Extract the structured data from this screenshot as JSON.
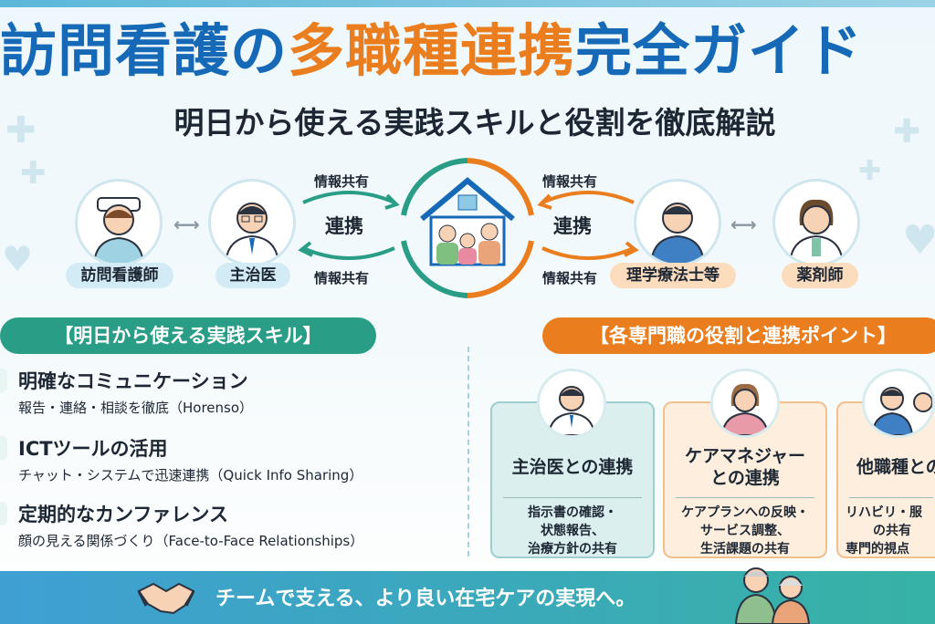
{
  "title": {
    "part1": "訪問看護の",
    "part2": "多職種連携",
    "part3": "完全ガイド"
  },
  "subtitle": "明日から使える実践スキルと役割を徹底解説",
  "diagram": {
    "roles": [
      "訪問看護師",
      "主治医",
      "理学療法士等",
      "薬剤師"
    ],
    "left_top": "情報共有",
    "left_mid": "連携",
    "left_bottom": "情報共有",
    "right_top": "情報共有",
    "right_mid": "連携",
    "right_bottom": "情報共有"
  },
  "skills_section": {
    "header": "【明日から使える実践スキル】",
    "items": [
      {
        "title": "明確なコミュニケーション",
        "desc": "報告・連絡・相談を徹底（Horenso）"
      },
      {
        "title": "ICTツールの活用",
        "desc": "チャット・システムで迅速連携（Quick Info Sharing）"
      },
      {
        "title": "定期的なカンファレンス",
        "desc": "顔の見える関係づくり（Face-to-Face Relationships）"
      }
    ]
  },
  "roles_section": {
    "header": "【各専門職の役割と連携ポイント】",
    "cards": [
      {
        "title_lines": [
          "主治医との連携"
        ],
        "body_lines": [
          "指示書の確認・",
          "状態報告、",
          "治療方針の共有"
        ]
      },
      {
        "title_lines": [
          "ケアマネジャー",
          "との連携"
        ],
        "body_lines": [
          "ケアプランへの反映・",
          "サービス調整、",
          "生活課題の共有"
        ]
      },
      {
        "title_lines": [
          "他職種との"
        ],
        "body_lines": [
          "リハビリ・服",
          "の共有",
          "専門的視点"
        ]
      }
    ]
  },
  "footer": {
    "text": "チームで支える、より良い在宅ケアの実現へ。"
  },
  "colors": {
    "blue": "#1669b7",
    "orange": "#ea7d1d",
    "green": "#2a9d86",
    "teal": "#37b2a5"
  }
}
